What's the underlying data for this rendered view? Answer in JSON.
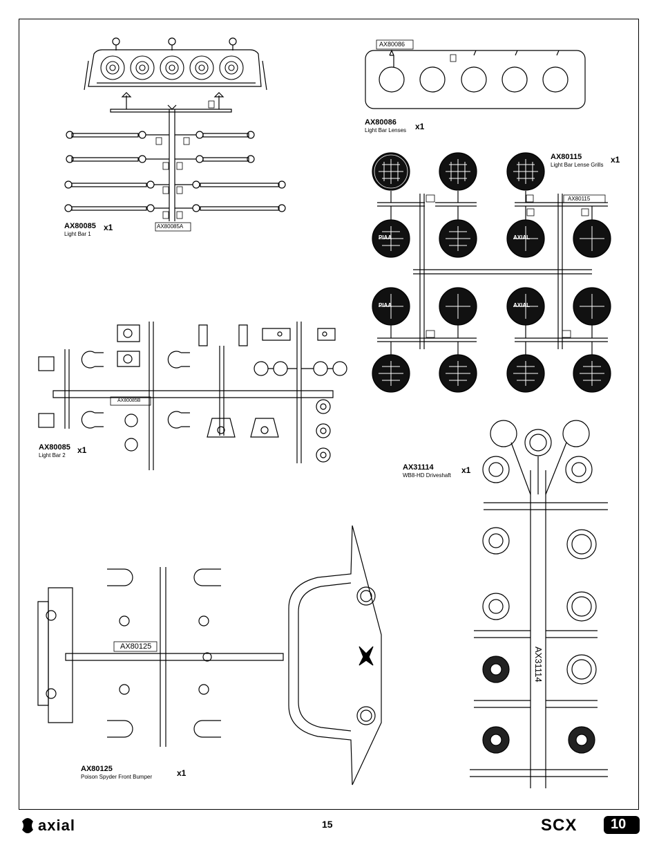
{
  "page_number": "15",
  "brand": {
    "left_logo": "axial",
    "right_logo_main": "SCX",
    "right_logo_num": "10"
  },
  "parts": [
    {
      "id": "ax80085-light-bar-1",
      "code": "AX80085",
      "desc": "Light Bar 1",
      "qty": "x1",
      "tag": "AX80085A"
    },
    {
      "id": "ax80086",
      "code": "AX80086",
      "desc": "Light Bar Lenses",
      "qty": "x1",
      "tag": "AX80086"
    },
    {
      "id": "ax80115",
      "code": "AX80115",
      "desc": "Light Bar Lense Grills",
      "qty": "x1",
      "tag": "AX80115"
    },
    {
      "id": "ax80085-light-bar-2",
      "code": "AX80085",
      "desc": "Light Bar 2",
      "qty": "x1",
      "tag": "AX80085B"
    },
    {
      "id": "ax31114",
      "code": "AX31114",
      "desc": "WB8-HD Driveshaft",
      "qty": "x1",
      "tag": "AX31114"
    },
    {
      "id": "ax80125",
      "code": "AX80125",
      "desc": "Poison Spyder Front Bumper",
      "qty": "x1",
      "tag": "AX80125"
    }
  ],
  "grill_text": {
    "piaa": "PIAA",
    "axial": "AXIAL"
  }
}
